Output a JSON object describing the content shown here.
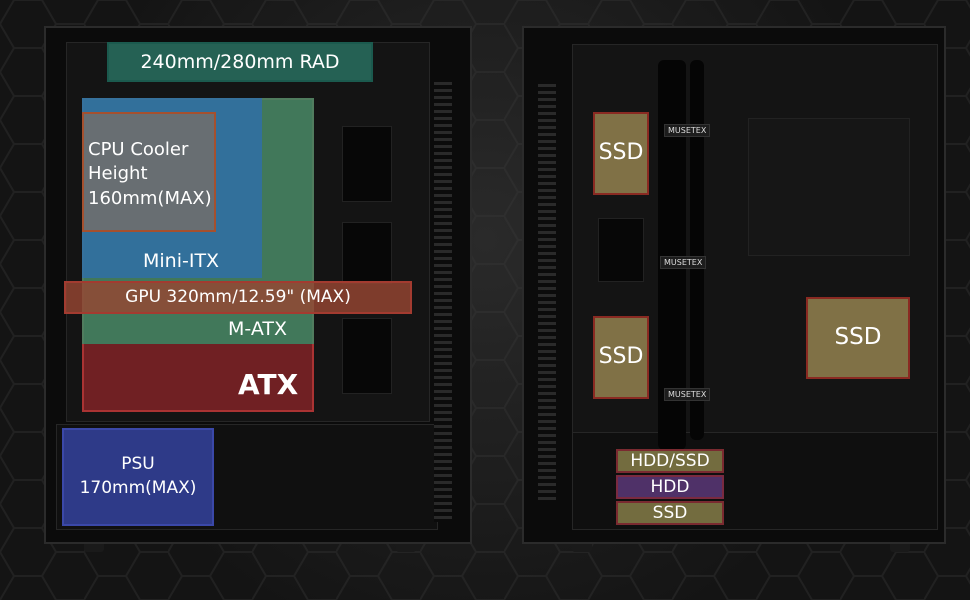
{
  "left_case": {
    "radiator_label": "240mm/280mm RAD",
    "cpu_cooler_label": [
      "CPU Cooler",
      "Height",
      "160mm(MAX)"
    ],
    "mini_itx_label": "Mini-ITX",
    "gpu_label": "GPU 320mm/12.59\" (MAX)",
    "matx_label": "M-ATX",
    "atx_label": "ATX",
    "psu_label": [
      "PSU",
      "170mm(MAX)"
    ]
  },
  "right_case": {
    "ssd_top_label": "SSD",
    "ssd_middle_label": "SSD",
    "ssd_side_label": "SSD",
    "drive_bays": [
      "HDD/SSD",
      "HDD",
      "SSD"
    ],
    "cable_tie_labels": [
      "MUSETEX",
      "MUSETEX",
      "MUSETEX"
    ]
  },
  "colors": {
    "radiator": "#286e5f",
    "mini_itx": "#2d6eb4",
    "matx": "#32966e",
    "atx": "#aa282d",
    "gpu": "#964632",
    "psu": "#3746aa",
    "ssd": "#aa965a",
    "hdd": "#5a3778"
  }
}
